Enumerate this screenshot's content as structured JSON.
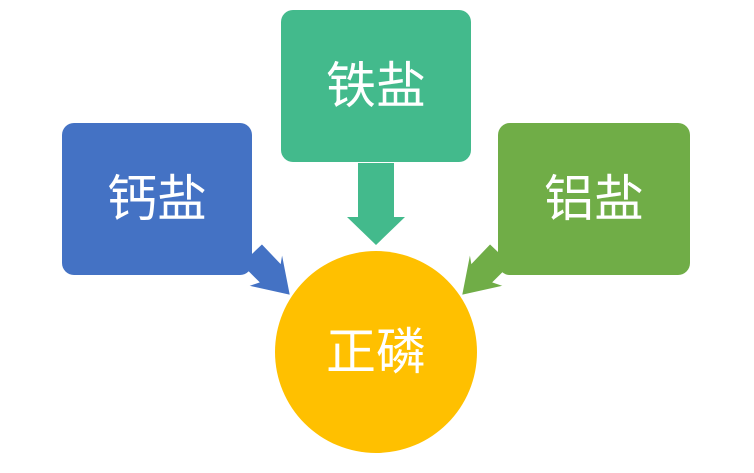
{
  "nodes": {
    "calcium": {
      "label": "钙盐",
      "color": "#4472C4"
    },
    "iron": {
      "label": "铁盐",
      "color": "#43BA8C"
    },
    "aluminum": {
      "label": "铝盐",
      "color": "#70AD47"
    },
    "orthophosphate": {
      "label": "正磷",
      "color": "#FFC000"
    }
  },
  "edges": [
    {
      "from": "calcium",
      "to": "orthophosphate"
    },
    {
      "from": "iron",
      "to": "orthophosphate"
    },
    {
      "from": "aluminum",
      "to": "orthophosphate"
    }
  ]
}
